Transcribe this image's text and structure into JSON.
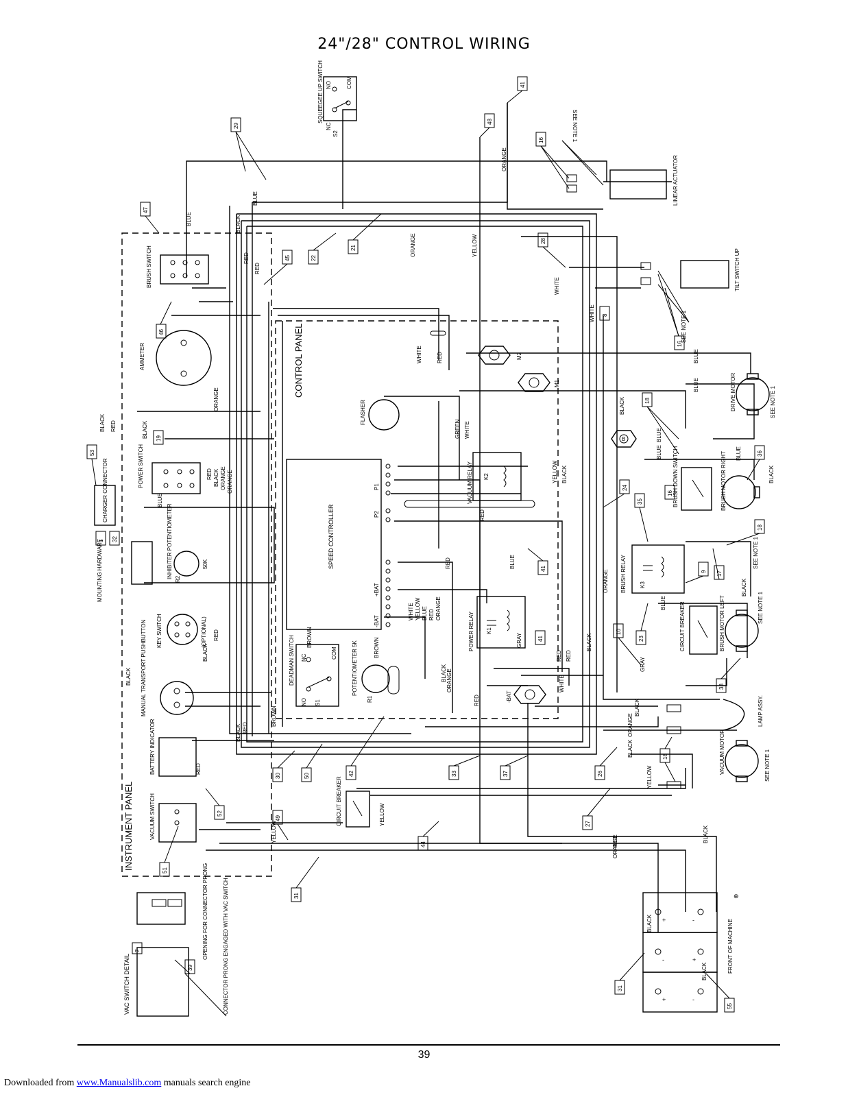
{
  "title": "24\"/28\" CONTROL WIRING",
  "page_number": "39",
  "footer": {
    "prefix": "Downloaded from ",
    "link_text": "www.Manualslib.com",
    "suffix": " manuals search engine"
  },
  "labels": {
    "control_panel": "CONTROL PANEL",
    "instrument_panel": "INSTRUMENT PANEL",
    "speed_controller": "SPEED CONTROLLER",
    "squeegee_up_switch": "SQUEEGEE UP SWITCH",
    "linear_actuator": "LINEAR ACTUATOR",
    "tilt_switch": "TILT SWITCH UP",
    "drive_motor": "DRIVE MOTOR",
    "brush_motor_right": "BRUSH MOTOR RIGHT",
    "brush_motor_left": "BRUSH MOTOR LEFT",
    "vacuum_motor": "VACUUM MOTOR",
    "brush_down_switch": "BRUSH DOWN SWITCH",
    "brush_relay": "BRUSH RELAY",
    "vacuum_relay": "VACUUM RELAY",
    "power_relay": "POWER RELAY",
    "circuit_breaker": "CIRCUIT BREAKER",
    "flasher": "FLASHER",
    "ammeter": "AMMETER",
    "brush_switch": "BRUSH SWITCH",
    "power_switch": "POWER SWITCH",
    "charger_connector": "CHARGER CONNECTOR",
    "mounting_hardware": "MOUNTING HARDWARE",
    "inhibiter_potentiometer": "INHIBITER POTENTIOMETER",
    "key_switch": "KEY SWITCH",
    "optional": "(OPTIONAL)",
    "manual_transport": "MANUAL TRANSPORT PUSHBUTTON",
    "battery_indicator": "BATTERY INDICATOR",
    "vacuum_switch": "VACUUM SWITCH",
    "deadman_switch": "DEADMAN SWITCH",
    "potentiometer": "POTENTIOMETER 5K",
    "lamp_assy": "LAMP ASSY.",
    "front_of_machine": "FRONT OF MACHINE",
    "see_note": "SEE NOTE 1",
    "vac_switch_detail": "VAC SWITCH DETAIL",
    "opening_note": "OPENING FOR CONNECTOR PRONG",
    "connector_note": "CONNECTOR PRONG ENGAGED WITH VAC SWITCH"
  },
  "terminals": {
    "m1": "M1",
    "m2": "M2",
    "b": "B",
    "p1": "P1",
    "p2": "P2",
    "k1": "K1",
    "k2": "K2",
    "k3": "K3",
    "s1": "S1",
    "s2": "S2",
    "r1": "R1",
    "r2": "R2",
    "no": "NO",
    "nc": "NC",
    "com": "COM",
    "bat_neg": "-BAT",
    "bat_pos": "+BAT",
    "pot_50k": "50K",
    "plus": "+",
    "minus": "-",
    "earth": "⊕"
  },
  "wire_colors": {
    "blue": "BLUE",
    "black": "BLACK",
    "red": "RED",
    "orange": "ORANGE",
    "white": "WHITE",
    "yellow": "YELLOW",
    "green": "GREEN",
    "brown": "BROWN",
    "gray": "GRAY"
  },
  "callouts": {
    "c41": "41",
    "c48": "48",
    "c29": "29",
    "c16": "16",
    "c47": "47",
    "c22": "22",
    "c21": "21",
    "c45": "45",
    "c28": "28",
    "c8": "8",
    "c46": "46",
    "c53": "53",
    "c19": "19",
    "c1": "1",
    "c32": "32",
    "c24": "24",
    "c35": "35",
    "c36": "36",
    "c18": "18",
    "c9": "9",
    "c17": "17",
    "c10": "10",
    "c23": "23",
    "c38": "38",
    "c30": "30",
    "c50": "50",
    "c42": "42",
    "c33": "33",
    "c37": "37",
    "c26": "26",
    "c27": "27",
    "c49": "49",
    "c52": "52",
    "c51": "51",
    "c44": "44",
    "c31": "31",
    "c55": "55",
    "c39": "39",
    "c7": "7"
  }
}
